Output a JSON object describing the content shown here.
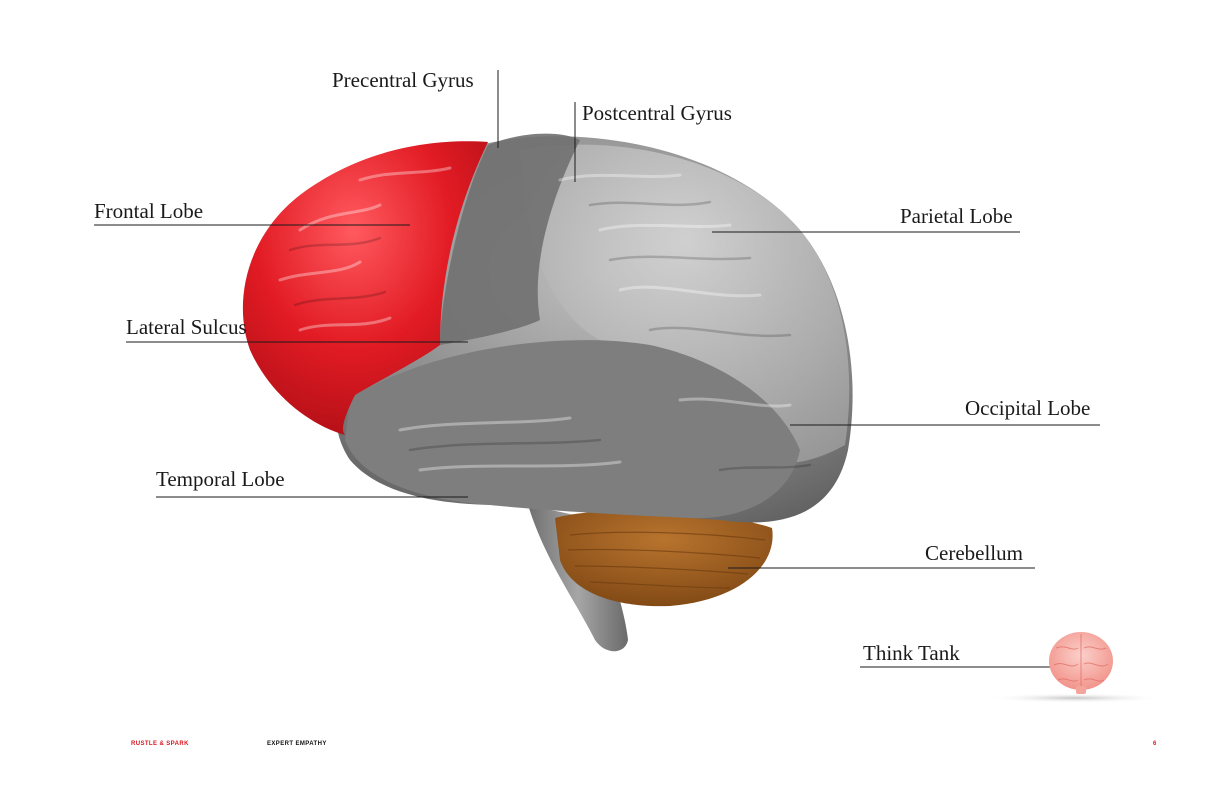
{
  "labels": {
    "precentral_gyrus": "Precentral Gyrus",
    "postcentral_gyrus": "Postcentral Gyrus",
    "frontal_lobe": "Frontal Lobe",
    "parietal_lobe": "Parietal Lobe",
    "lateral_sulcus": "Lateral Sulcus",
    "occipital_lobe": "Occipital Lobe",
    "temporal_lobe": "Temporal Lobe",
    "cerebellum": "Cerebellum",
    "think_tank": "Think Tank"
  },
  "footer": {
    "brand": "RUSTLE & SPARK",
    "section": "EXPERT EMPATHY",
    "page_number": "6"
  },
  "colors": {
    "frontal_lobe": "#d8151f",
    "cortex_grey": "#8a8a8a",
    "cerebellum": "#9a5a1c",
    "brand_accent": "#d8151f"
  }
}
